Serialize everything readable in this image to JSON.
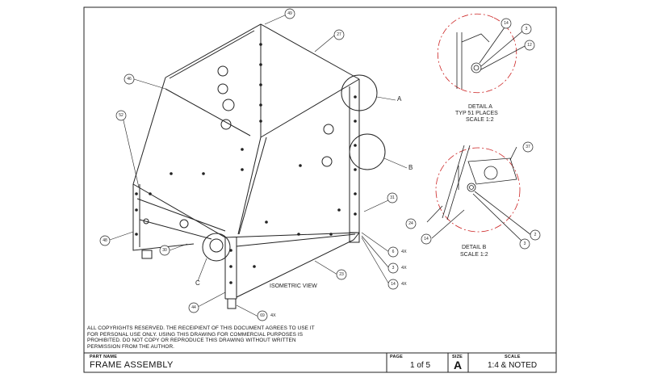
{
  "drawing": {
    "isometric_label": "ISOMETRIC VIEW",
    "detail_labels": [
      "A",
      "B",
      "C"
    ],
    "detail_a": {
      "title": "DETAIL A",
      "note": "TYP 51 PLACES",
      "scale": "SCALE 1:2"
    },
    "detail_b": {
      "title": "DETAIL B",
      "scale": "SCALE 1:2"
    },
    "balloons": {
      "b49": "49",
      "b27": "27",
      "b46": "46",
      "b52": "52",
      "b48": "48",
      "b30": "30",
      "b44": "44",
      "b69": "69",
      "b23": "23",
      "b31": "31",
      "b6": "6",
      "b3": "3",
      "b14": "14",
      "a14": "14",
      "a3": "3",
      "a12": "12",
      "d37": "37",
      "d24": "24",
      "d14": "14",
      "d2": "2",
      "d3": "3"
    },
    "quantities": {
      "q6": "4X",
      "q3": "4X",
      "q14": "4X",
      "q69": "4X"
    }
  },
  "notice": "ALL COPYRIGHTS RESERVED. THE RECEIPIENT OF THIS DOCUMENT AGREES TO USE IT\nFOR PERSONAL USE ONLY. USING THIS DRAWING FOR COMMERCIAL PURPOSES IS\nPROHIBITED. DO NOT COPY OR REPRODUCE THIS DRAWING WITHOUT WRITTEN\nPERMISSION FROM THE AUTHOR.",
  "title_block": {
    "part_name_label": "PART NAME",
    "part_name": "FRAME ASSEMBLY",
    "page_label": "PAGE",
    "page": "1 of 5",
    "size_label": "SIZE",
    "size": "A",
    "scale_label": "SCALE",
    "scale": "1:4 & NOTED"
  },
  "colors": {
    "line": "#222222",
    "detail_circle": "#cc2222"
  }
}
